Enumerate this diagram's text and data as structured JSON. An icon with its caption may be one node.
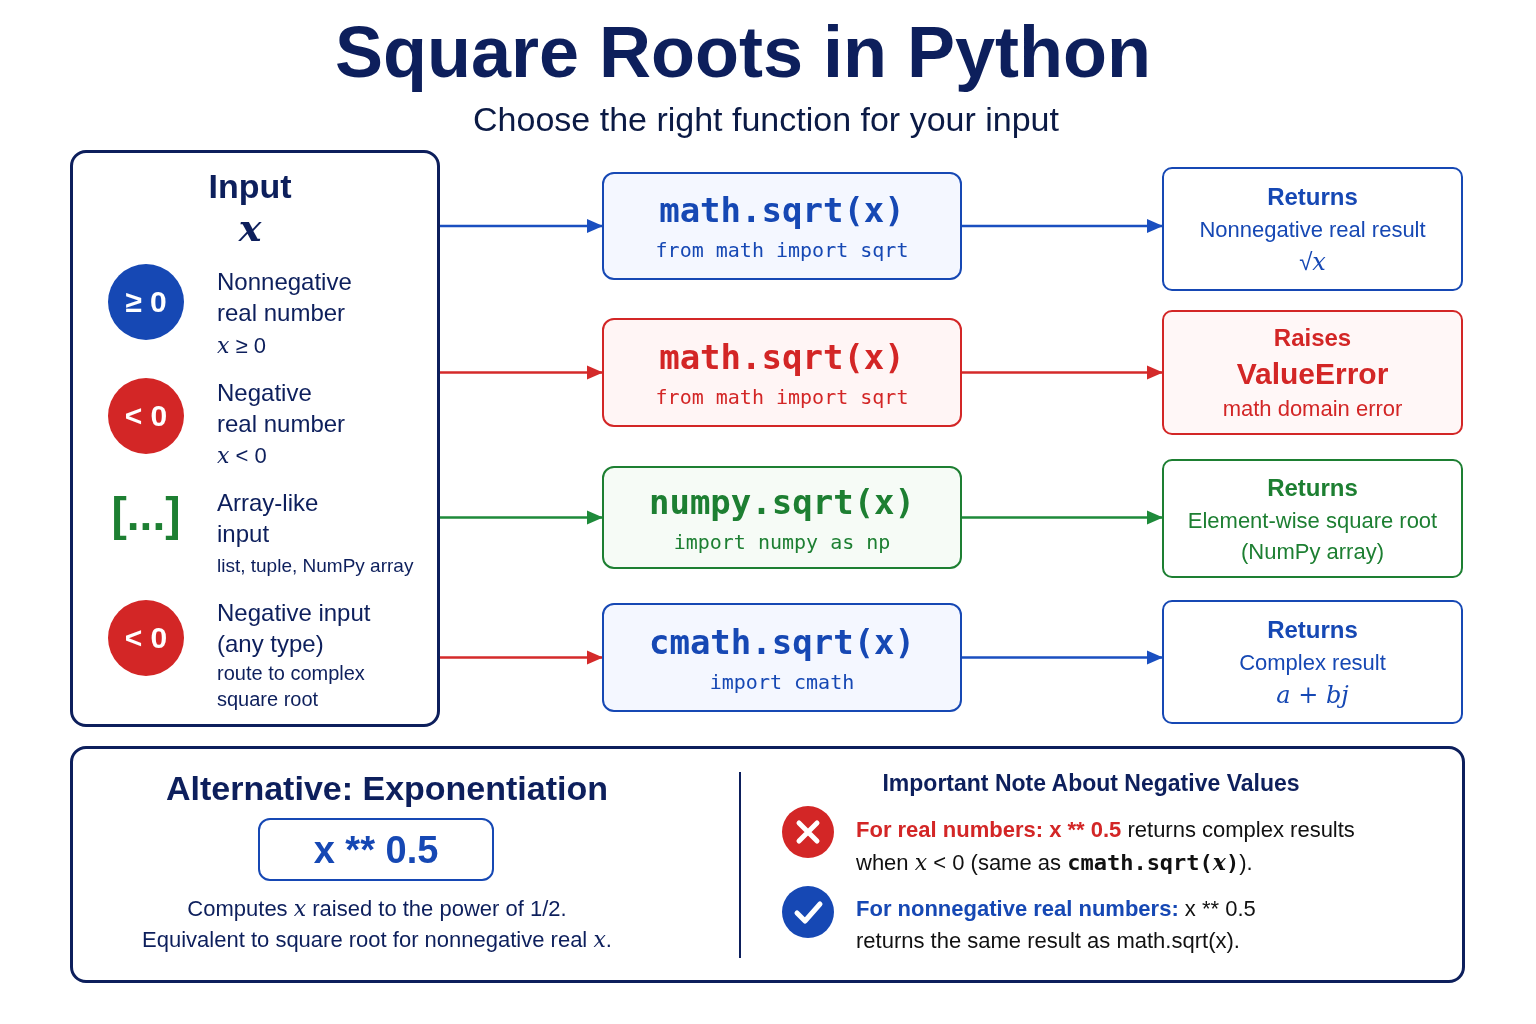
{
  "diagram": {
    "title": "Square Roots in Python",
    "nodes": [
      {
        "text": [
          "Input",
          "x",
          "Nonnegative real number",
          "*x* ≥ 0",
          "Negative real number",
          "*x* < 0",
          "[...]",
          "Array-like input",
          "list, tuple, NumPy array",
          "Negative input (any type)",
          "route to complex square root"
        ]
      },
      {
        "text": [
          "≥ 0"
        ],
        "in": 0
      },
      {
        "text": [
          "< 0"
        ],
        "in": 0
      },
      {
        "text": [
          "< 0"
        ],
        "in": 0
      },
      {
        "text": [
          "math.sqrt(x)",
          "from math import sqrt"
        ]
      },
      {
        "text": [
          "math.sqrt(x)",
          "from math import sqrt"
        ]
      },
      {
        "text": [
          "numpy.sqrt(x)",
          "import numpy as np"
        ]
      },
      {
        "text": [
          "cmath.sqrt(x)",
          "import cmath"
        ]
      },
      {
        "text": [
          "Returns",
          "Nonnegative real result",
          "√*x*"
        ]
      },
      {
        "text": [
          "Raises",
          "ValueError",
          "math domain error"
        ]
      },
      {
        "text": [
          "Returns",
          "Element-wise square root (NumPy array)"
        ]
      },
      {
        "text": [
          "Returns",
          "Complex result",
          "a + bj"
        ]
      },
      {
        "text": [
          "Alternative: Exponentiation",
          "Computes *x* raised to the power of 1/2. Equivalent to square root for nonnegative real *x*.",
          "Important Note About Negative Values",
          "For real numbers: x ** 0.5",
          "returns complex results when *x* < 0 (same as **cmath.sqrt(*x*)**).",
          "For nonnegative real numbers:",
          "x ** 0.5 returns the same result as math.sqrt(x)."
        ]
      },
      {
        "text": [
          "x ** 0.5"
        ],
        "in": 12
      }
    ],
    "edges": [
      {
        "from": 0,
        "to": 4,
        "arrow": "to",
        "color": "#1a4fc0"
      },
      {
        "from": 4,
        "to": 8,
        "arrow": "to",
        "color": "#1a4fc0"
      },
      {
        "from": 0,
        "to": 5,
        "arrow": "to",
        "color": "#d42a2a"
      },
      {
        "from": 5,
        "to": 9,
        "arrow": "to",
        "color": "#d42a2a"
      },
      {
        "from": 0,
        "to": 6,
        "arrow": "to",
        "color": "#1e8a3a"
      },
      {
        "from": 6,
        "to": 10,
        "arrow": "to",
        "color": "#1e8a3a"
      },
      {
        "from": 0,
        "to": 7,
        "arrow": "to",
        "color": "#d42a2a"
      },
      {
        "from": 7,
        "to": 11,
        "arrow": "to",
        "color": "#1a4fc0"
      }
    ],
    "labels": [
      "Choose the right function for your input"
    ]
  }
}
